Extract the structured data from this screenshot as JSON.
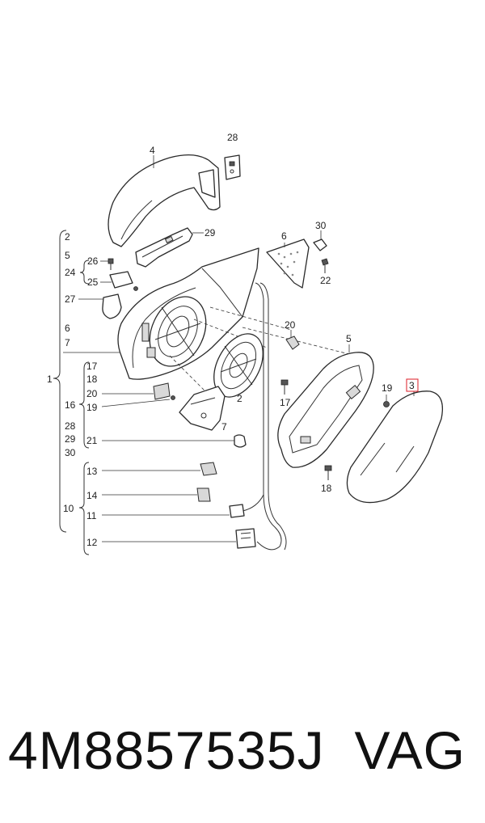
{
  "callouts": {
    "c1": "1",
    "c2": "2",
    "c3": "3",
    "c4": "4",
    "c5": "5",
    "c5b": "5",
    "c6": "6",
    "c6b": "6",
    "c7": "7",
    "c7b": "7",
    "c10": "10",
    "c11": "11",
    "c12": "12",
    "c13": "13",
    "c14": "14",
    "c16": "16",
    "c17": "17",
    "c17b": "17",
    "c18": "18",
    "c18b": "18",
    "c19": "19",
    "c19b": "19",
    "c20": "20",
    "c20b": "20",
    "c21": "21",
    "c22": "22",
    "c24": "24",
    "c25": "25",
    "c26": "26",
    "c27": "27",
    "c28": "28",
    "c28b": "28",
    "c29": "29",
    "c29b": "29",
    "c30": "30",
    "c30b": "30"
  },
  "highlight_color": "#e0303a",
  "footer": {
    "part_number": "4M8857535J",
    "brand": "VAG"
  }
}
